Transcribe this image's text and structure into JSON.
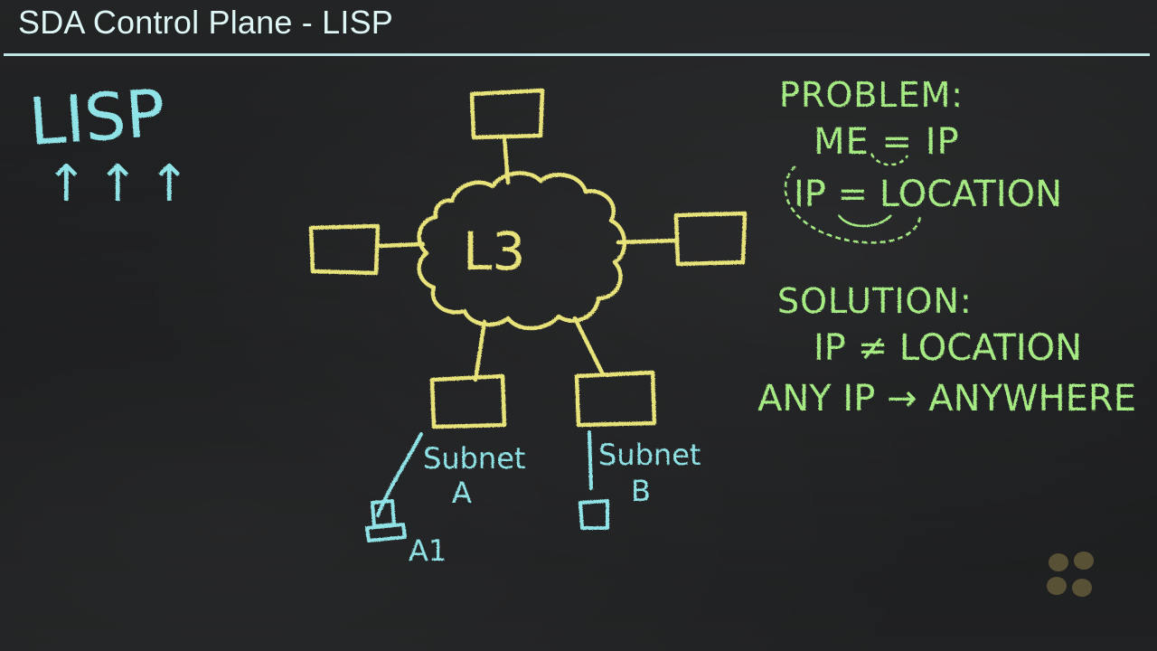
{
  "slide": {
    "title": "SDA Control Plane - LISP"
  },
  "board_notes": {
    "lisp_heading": "LISP",
    "lisp_arrows": "↑↑↑",
    "cloud_label": "L3",
    "subnet_a": {
      "line1": "Subnet",
      "line2": "A"
    },
    "subnet_b": {
      "line1": "Subnet",
      "line2": "B"
    },
    "host_label": "A1",
    "problem": {
      "heading": "PROBLEM:",
      "line1": "ME = IP",
      "line2": "IP = LOCATION"
    },
    "solution": {
      "heading": "SOLUTION:",
      "line1": "IP ≠ LOCATION",
      "line2": "ANY IP → ANYWHERE"
    }
  },
  "icons": {
    "watermark": "four-dot-logo-icon"
  },
  "colors": {
    "board": "#1d1e1f",
    "title_text": "#dff6f6",
    "title_rule": "#bfe4e6",
    "chalk_blue": "#8fe3e6",
    "chalk_yellow": "#e8e27a",
    "chalk_green": "#a6ea84",
    "logo_gold": "#8a7a48"
  }
}
